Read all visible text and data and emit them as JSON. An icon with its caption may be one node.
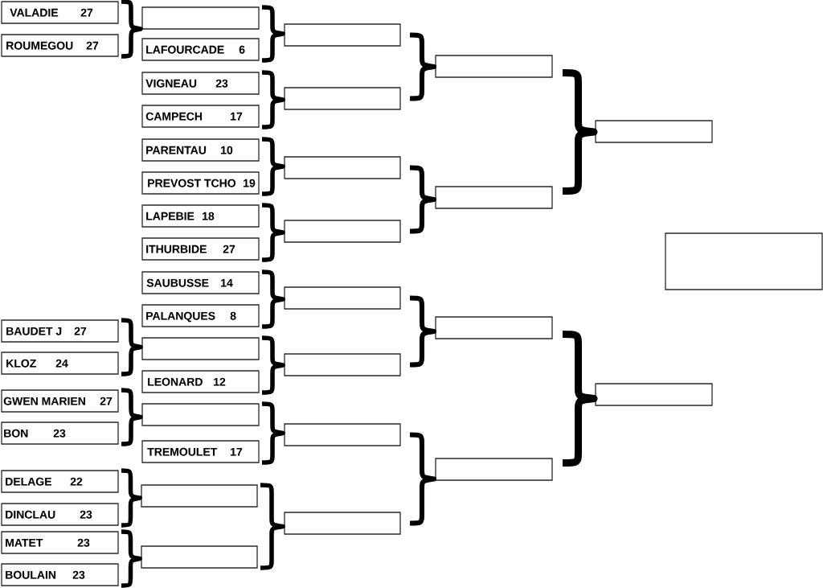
{
  "diagram": {
    "nodes": [
      {
        "text": [
          "VALADIE",
          "27"
        ]
      },
      {
        "text": [
          "ROUMEGOU",
          "27"
        ]
      },
      {
        "text": [
          "BAUDET J",
          "27"
        ]
      },
      {
        "text": [
          "KLOZ",
          "24"
        ]
      },
      {
        "text": [
          "GWEN MARIEN",
          "27"
        ]
      },
      {
        "text": [
          "BON",
          "23"
        ]
      },
      {
        "text": [
          "DELAGE",
          "22"
        ]
      },
      {
        "text": [
          "DINCLAU",
          "23"
        ]
      },
      {
        "text": [
          "MATET",
          "23"
        ]
      },
      {
        "text": [
          "BOULAIN",
          "23"
        ]
      },
      {
        "text": [],
        "shape": "box"
      },
      {
        "text": [
          "LAFOURCADE",
          "6"
        ]
      },
      {
        "text": [
          "VIGNEAU",
          "23"
        ]
      },
      {
        "text": [
          "CAMPECH",
          "17"
        ]
      },
      {
        "text": [
          "PARENTAU",
          "10"
        ]
      },
      {
        "text": [
          "PREVOST TCHO",
          "19"
        ]
      },
      {
        "text": [
          "LAPEBIE",
          "18"
        ]
      },
      {
        "text": [
          "ITHURBIDE",
          "27"
        ]
      },
      {
        "text": [
          "SAUBUSSE",
          "14"
        ]
      },
      {
        "text": [
          "PALANQUES",
          "8"
        ]
      },
      {
        "text": [],
        "shape": "box"
      },
      {
        "text": [
          "LEONARD",
          "12"
        ]
      },
      {
        "text": [],
        "shape": "box"
      },
      {
        "text": [
          "TREMOULET",
          "17"
        ]
      },
      {
        "text": [],
        "shape": "box"
      },
      {
        "text": [],
        "shape": "box"
      },
      {
        "text": [],
        "shape": "box"
      },
      {
        "text": [],
        "shape": "box"
      },
      {
        "text": [],
        "shape": "box"
      },
      {
        "text": [],
        "shape": "box"
      },
      {
        "text": [],
        "shape": "box"
      },
      {
        "text": [],
        "shape": "box"
      },
      {
        "text": [],
        "shape": "box"
      },
      {
        "text": [],
        "shape": "box"
      },
      {
        "text": [],
        "shape": "box"
      },
      {
        "text": [],
        "shape": "box"
      },
      {
        "text": [],
        "shape": "box"
      },
      {
        "text": [],
        "shape": "box"
      },
      {
        "text": [],
        "shape": "box"
      },
      {
        "text": [],
        "shape": "box"
      },
      {
        "text": [],
        "shape": "box"
      }
    ],
    "edges": [
      {
        "from": 0,
        "to": 10,
        "arrow": "none"
      },
      {
        "from": 1,
        "to": 10,
        "arrow": "none"
      },
      {
        "from": 2,
        "to": 20,
        "arrow": "none"
      },
      {
        "from": 3,
        "to": 20,
        "arrow": "none"
      },
      {
        "from": 4,
        "to": 22,
        "arrow": "none"
      },
      {
        "from": 5,
        "to": 22,
        "arrow": "none"
      },
      {
        "from": 6,
        "to": 24,
        "arrow": "none"
      },
      {
        "from": 7,
        "to": 24,
        "arrow": "none"
      },
      {
        "from": 8,
        "to": 25,
        "arrow": "none"
      },
      {
        "from": 9,
        "to": 25,
        "arrow": "none"
      },
      {
        "from": 10,
        "to": 26,
        "arrow": "none"
      },
      {
        "from": 11,
        "to": 26,
        "arrow": "none"
      },
      {
        "from": 12,
        "to": 27,
        "arrow": "none"
      },
      {
        "from": 13,
        "to": 27,
        "arrow": "none"
      },
      {
        "from": 14,
        "to": 28,
        "arrow": "none"
      },
      {
        "from": 15,
        "to": 28,
        "arrow": "none"
      },
      {
        "from": 16,
        "to": 29,
        "arrow": "none"
      },
      {
        "from": 17,
        "to": 29,
        "arrow": "none"
      },
      {
        "from": 18,
        "to": 30,
        "arrow": "none"
      },
      {
        "from": 19,
        "to": 30,
        "arrow": "none"
      },
      {
        "from": 20,
        "to": 31,
        "arrow": "none"
      },
      {
        "from": 21,
        "to": 31,
        "arrow": "none"
      },
      {
        "from": 22,
        "to": 32,
        "arrow": "none"
      },
      {
        "from": 23,
        "to": 32,
        "arrow": "none"
      },
      {
        "from": 24,
        "to": 33,
        "arrow": "none"
      },
      {
        "from": 25,
        "to": 33,
        "arrow": "none"
      },
      {
        "from": 26,
        "to": 34,
        "arrow": "none"
      },
      {
        "from": 27,
        "to": 34,
        "arrow": "none"
      },
      {
        "from": 28,
        "to": 35,
        "arrow": "none"
      },
      {
        "from": 29,
        "to": 35,
        "arrow": "none"
      },
      {
        "from": 30,
        "to": 36,
        "arrow": "none"
      },
      {
        "from": 31,
        "to": 36,
        "arrow": "none"
      },
      {
        "from": 32,
        "to": 37,
        "arrow": "none"
      },
      {
        "from": 33,
        "to": 37,
        "arrow": "none"
      },
      {
        "from": 34,
        "to": 38,
        "arrow": "none"
      },
      {
        "from": 35,
        "to": 38,
        "arrow": "none"
      },
      {
        "from": 36,
        "to": 39,
        "arrow": "none"
      },
      {
        "from": 37,
        "to": 39,
        "arrow": "none"
      }
    ]
  }
}
